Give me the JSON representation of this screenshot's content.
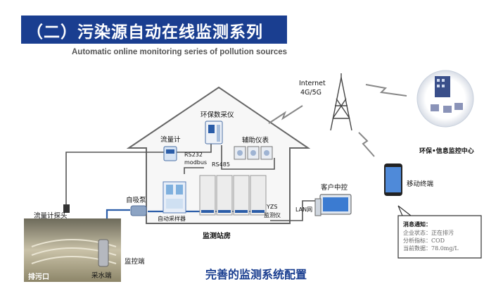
{
  "header": {
    "title": "（二）污染源自动在线监测系列",
    "subtitle": "Automatic online monitoring series of pollution sources"
  },
  "labels": {
    "internet": "Internet",
    "network": "4G/5G",
    "data_acquisition": "环保数采仪",
    "flow_meter": "流量计",
    "auxiliary": "辅助仪表",
    "rs232": "RS232",
    "modbus": "modbus",
    "rs485": "RS485",
    "self_priming_pump": "自吸泵",
    "auto_sampler": "自动采样器",
    "yzs": "YZS",
    "analyzer": "监测仪",
    "station": "监测站房",
    "flow_probe": "流量计探头",
    "outlet": "排污口",
    "sampling_end": "采水端",
    "monitoring_end": "监控端",
    "client": "客户中控",
    "lan": "LAN网",
    "mobile": "移动终端",
    "center": "环保•信息监控中心"
  },
  "message": {
    "title": "消息通知：",
    "line1": "企业状态：正在排污",
    "line2": "分析指标：COD",
    "line3": "当前数据：78.0mg/L"
  },
  "caption": "完善的监测系统配置",
  "colors": {
    "brand": "#1a3e90",
    "pipe": "#2b5da8",
    "cable": "#555555"
  }
}
